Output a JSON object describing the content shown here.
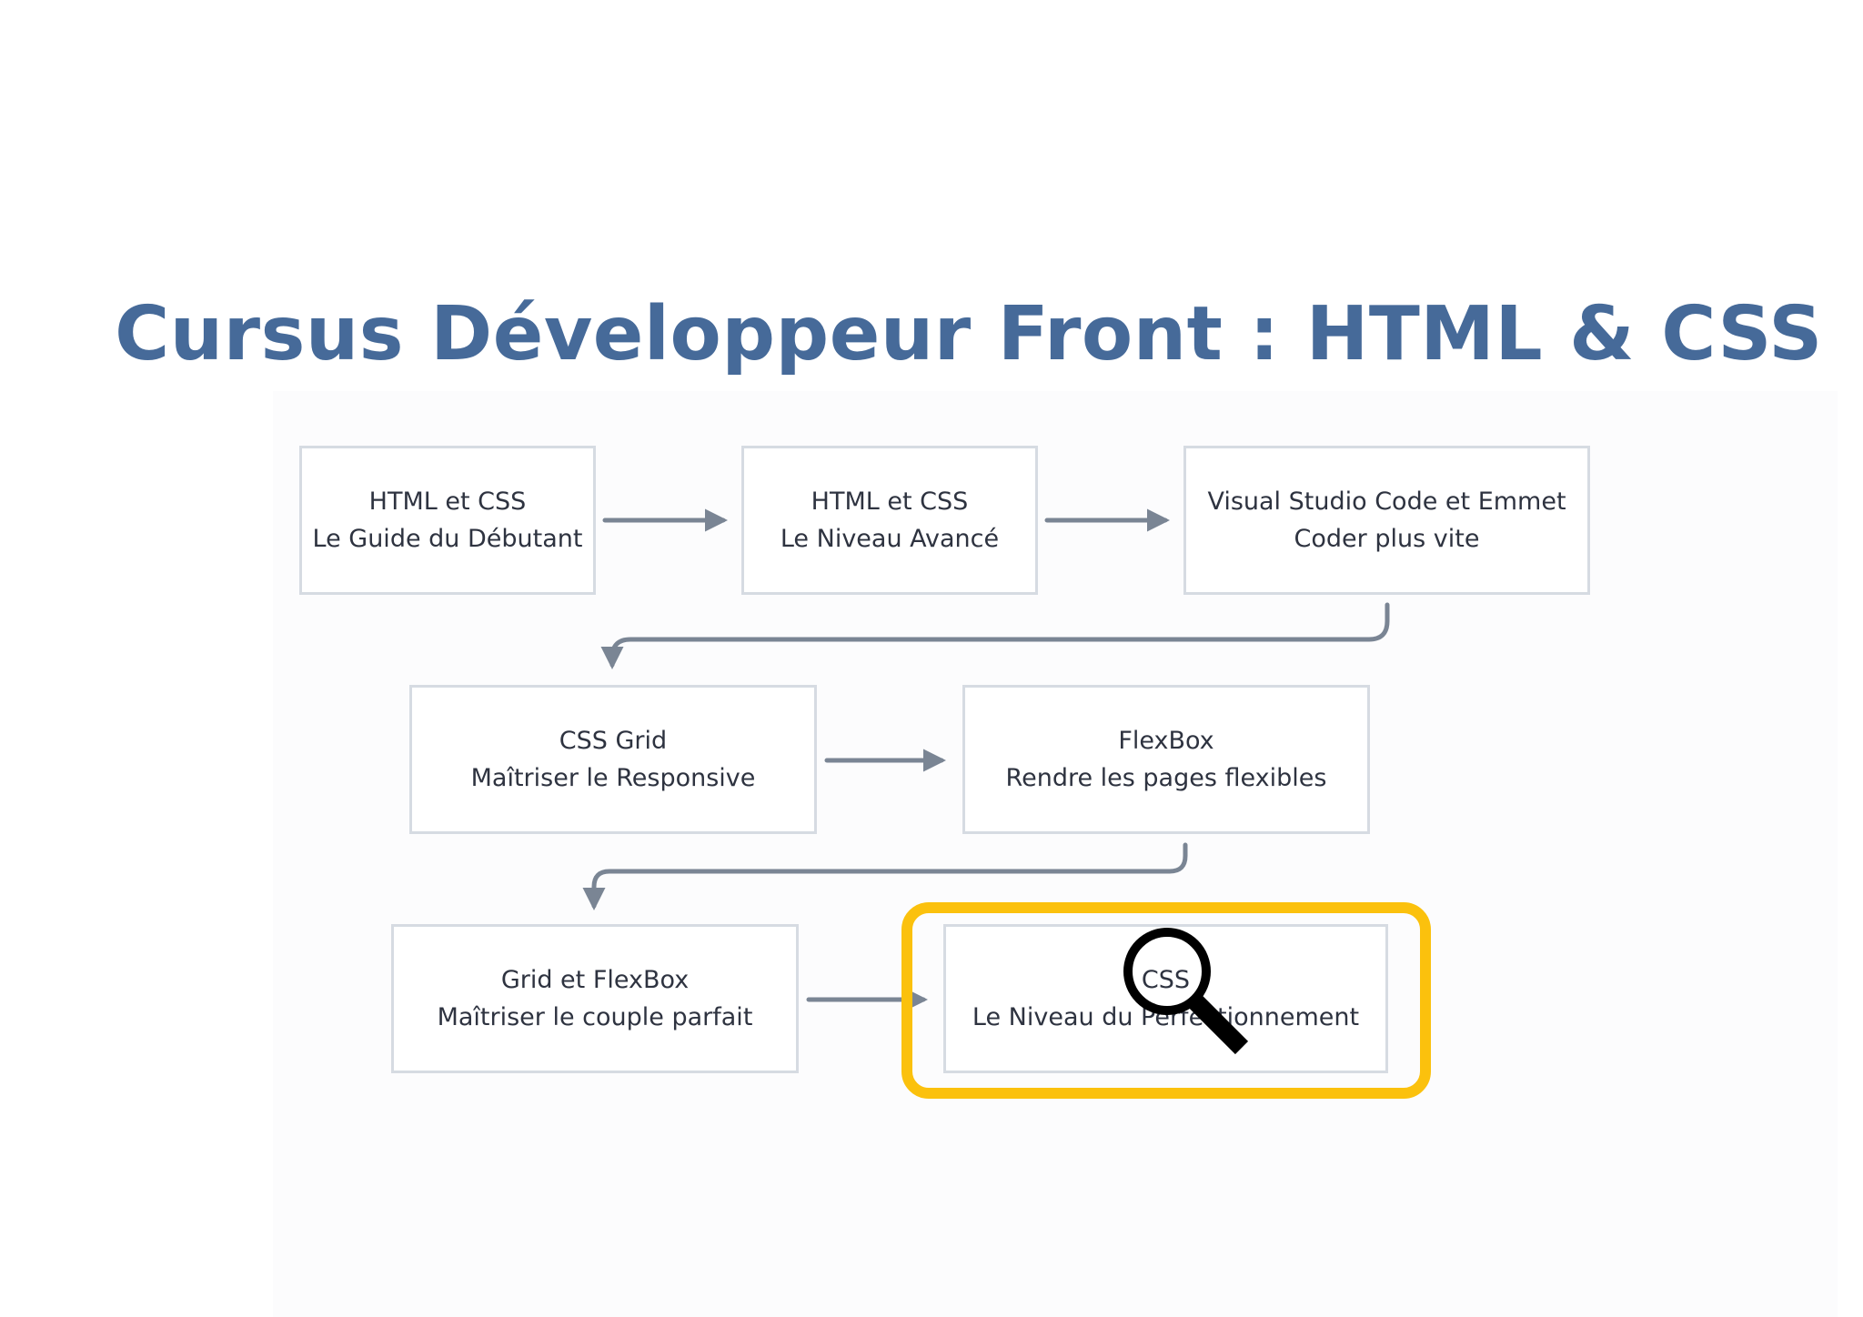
{
  "title": "Cursus Développeur Front : HTML & CSS",
  "nodes": [
    {
      "id": "html-css-beginner",
      "line1": "HTML et CSS",
      "line2": "Le Guide du Débutant"
    },
    {
      "id": "html-css-advanced",
      "line1": "HTML et CSS",
      "line2": "Le Niveau Avancé"
    },
    {
      "id": "vscode-emmet",
      "line1": "Visual Studio Code et Emmet",
      "line2": "Coder plus vite"
    },
    {
      "id": "css-grid",
      "line1": "CSS Grid",
      "line2": "Maîtriser le Responsive"
    },
    {
      "id": "flexbox",
      "line1": "FlexBox",
      "line2": "Rendre les pages flexibles"
    },
    {
      "id": "grid-flexbox",
      "line1": "Grid et FlexBox",
      "line2": "Maîtriser le couple parfait"
    },
    {
      "id": "css-perfection",
      "line1": "CSS",
      "line2": "Le Niveau du Perfectionnement"
    }
  ],
  "edges": [
    {
      "from": "html-css-beginner",
      "to": "html-css-advanced"
    },
    {
      "from": "html-css-advanced",
      "to": "vscode-emmet"
    },
    {
      "from": "vscode-emmet",
      "to": "css-grid"
    },
    {
      "from": "css-grid",
      "to": "flexbox"
    },
    {
      "from": "flexbox",
      "to": "grid-flexbox"
    },
    {
      "from": "grid-flexbox",
      "to": "css-perfection"
    }
  ],
  "highlight": {
    "target": "css-perfection",
    "color": "#fbc10d",
    "icon": "magnifier-icon"
  },
  "colors": {
    "title": "#466a99",
    "node_border": "#d6dbe2",
    "node_text": "#2e3340",
    "connector": "#7a8594"
  }
}
